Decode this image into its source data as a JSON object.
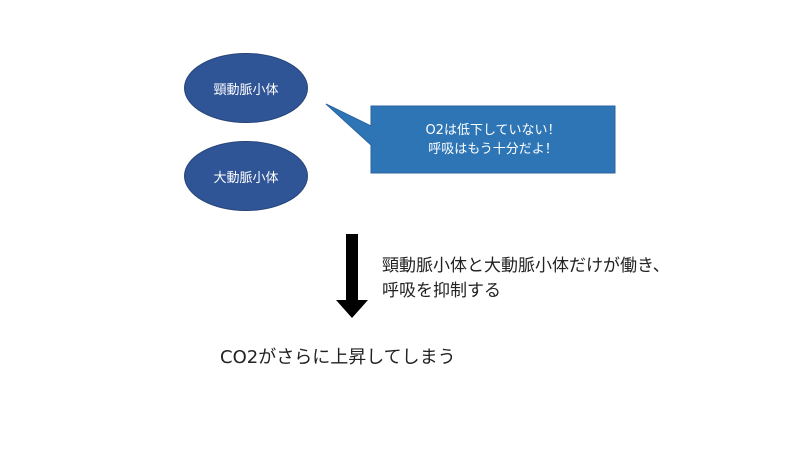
{
  "nodes": {
    "carotid_body": "頸動脈小体",
    "aortic_body": "大動脈小体"
  },
  "callout": {
    "line1": "O2は低下していない！",
    "line2": "呼吸はもう十分だよ！"
  },
  "explanation": {
    "line1": "頸動脈小体と大動脈小体だけが働き、",
    "line2": "呼吸を抑制する"
  },
  "result": {
    "text": "CO2がさらに上昇してしまう"
  },
  "colors": {
    "node_fill": "#2f5597",
    "callout_fill": "#2e75b6",
    "arrow": "#000000"
  }
}
